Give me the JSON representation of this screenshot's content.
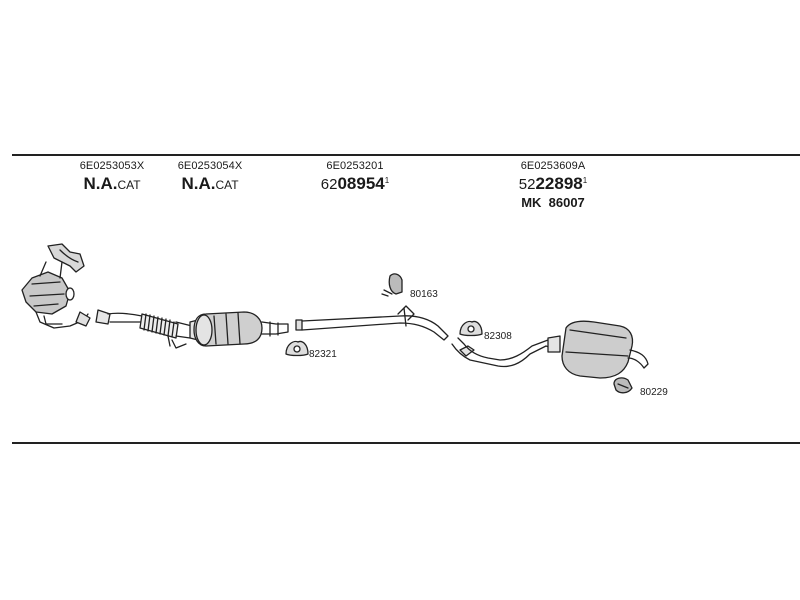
{
  "parts": {
    "p1": {
      "part_no": "6E0253053X",
      "bold": "N.A.",
      "suffix": "CAT"
    },
    "p2": {
      "part_no": "6E0253054X",
      "bold": "N.A.",
      "suffix": "CAT"
    },
    "p3": {
      "part_no": "6E0253201",
      "prefix": "62",
      "bold": "08954",
      "mark": "1"
    },
    "p4": {
      "part_no": "6E0253609A",
      "prefix": "52",
      "bold": "22898",
      "mark": "1",
      "mk_prefix": "MK",
      "mk_value": "86007"
    }
  },
  "callouts": {
    "c80163": "80163",
    "c82321": "82321",
    "c82308": "82308",
    "c80229": "80229"
  }
}
